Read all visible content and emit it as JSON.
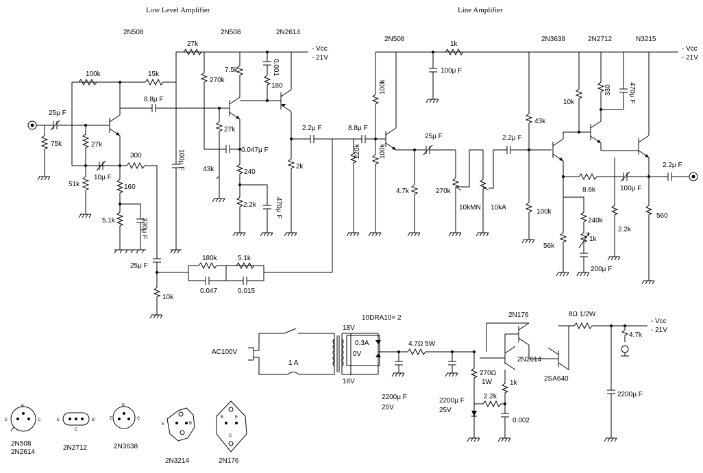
{
  "titles": {
    "low_level": "Low Level Amplifier",
    "line": "Line Amplifier"
  },
  "supply": {
    "vcc": "- Vcc",
    "v21": "- 21V"
  },
  "low_level": {
    "q1": "2N508",
    "q2": "2N508",
    "q3": "2N2614",
    "r_27k_top": "27k",
    "r_100k": "100k",
    "r_15k": "15k",
    "r_270k": "270k",
    "r_7_5k": "7.5k",
    "c_0_001": "0.001",
    "r_180": "180",
    "c_25uF_in": "25μ F",
    "r_75k": "75k",
    "r_27k_a": "27k",
    "c_8_8uF": "8.8μ F",
    "r_27k_b": "27k",
    "c_0_047uF": "0.047μ F",
    "r_43k": "43k",
    "r_240": "240",
    "r_2_2k": "2.2k",
    "c_470uF": "470μ F",
    "c_2_2uF_out": "2.2μ F",
    "r_2k": "2k",
    "r_300": "300",
    "c_10uF": "10μ F",
    "r_51k": "51k",
    "r_160": "160",
    "r_5_1k": "5.1k",
    "c_330uF": "330μ F",
    "c_100uF": "100μ F",
    "c_25uF_fb": "25μ F",
    "r_180k": "180k",
    "r_5_1k_fb": "5.1k",
    "c_0_047": "0.047",
    "c_0_015": "0.015",
    "r_10k": "10k"
  },
  "line": {
    "q1": "2N508",
    "q2": "2N3638",
    "q3": "2N2712",
    "q4": "N3215",
    "r_1k": "1k",
    "c_100uF_top": "100μ F",
    "r_100k_a": "100k",
    "c_8_8uF": "8.8μ F",
    "r_220k": "220k",
    "r_100k_b": "100k",
    "c_25uF": "25μ F",
    "r_4_7k": "4.7k",
    "pot_270k": "270k",
    "pot_10kMN": "10kMN",
    "pot_10kA": "10kA",
    "c_2_2uF_mid": "2.2μ F",
    "r_43k": "43k",
    "r_100k_c": "100k",
    "r_10k": "10k",
    "r_330": "330",
    "c_470uF": "470μ F",
    "r_8_6k": "8.6k",
    "c_100uF_out": "100μ F",
    "c_2_2uF_out": "2.2μ F",
    "r_240k": "240k",
    "r_1k_var": "1k",
    "r_56k": "56k",
    "c_200uF": "200μ F",
    "r_2_2k": "2.2k",
    "r_560": "560"
  },
  "power": {
    "ac": "AC100V",
    "fuse": "1 A",
    "v18_top": "18V",
    "v18_bot": "18V",
    "bridge": "10DRA10× 2",
    "i_0_3a": "0.3A",
    "zero_v": "0V",
    "r_4_7ohm": "4.7Ω  5W",
    "c_2200_a": "2200μ F",
    "c_2200_a_v": "25V",
    "c_2200_b": "2200μ F",
    "c_2200_b_v": "25V",
    "q_2n176": "2N176",
    "q_2n2614": "2N2614",
    "q_2sa640": "2SA640",
    "r_8ohm": "8Ω  1/2W",
    "r_270ohm": "270Ω",
    "r_270ohm_w": "1W",
    "r_1k": "1k",
    "r_2_2k": "2.2k",
    "c_0_002": "0.002",
    "r_4_7k": "4.7k",
    "c_2200_c": "2200μ F",
    "vcc": "- Vcc",
    "v21": "- 21V"
  },
  "pinouts": {
    "p1_name": "2N508",
    "p1_name2": "2N2614",
    "p2_name": "2N2712",
    "p3_name": "2N3638",
    "p4_name": "2N3214",
    "p5_name": "2N176",
    "pin_e": "E",
    "pin_b": "B",
    "pin_c": "C"
  }
}
